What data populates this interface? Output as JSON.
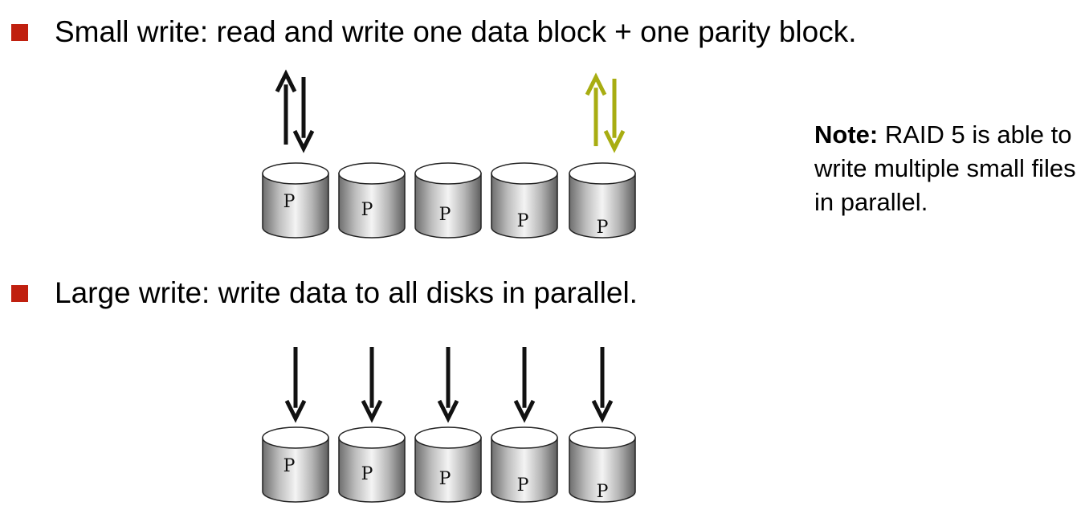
{
  "colors": {
    "bullet": "#C0200F",
    "arrow_data": "#111111",
    "arrow_parity": "#A8AD12",
    "text": "#000000"
  },
  "small_write": {
    "text": "Small write: read and write one data block + one parity block."
  },
  "large_write": {
    "text": "Large write: write data to all disks in parallel."
  },
  "note": {
    "label": "Note:",
    "text": " RAID 5 is able to write multiple small files in parallel."
  },
  "disks": {
    "count": 5,
    "letter": "P"
  }
}
